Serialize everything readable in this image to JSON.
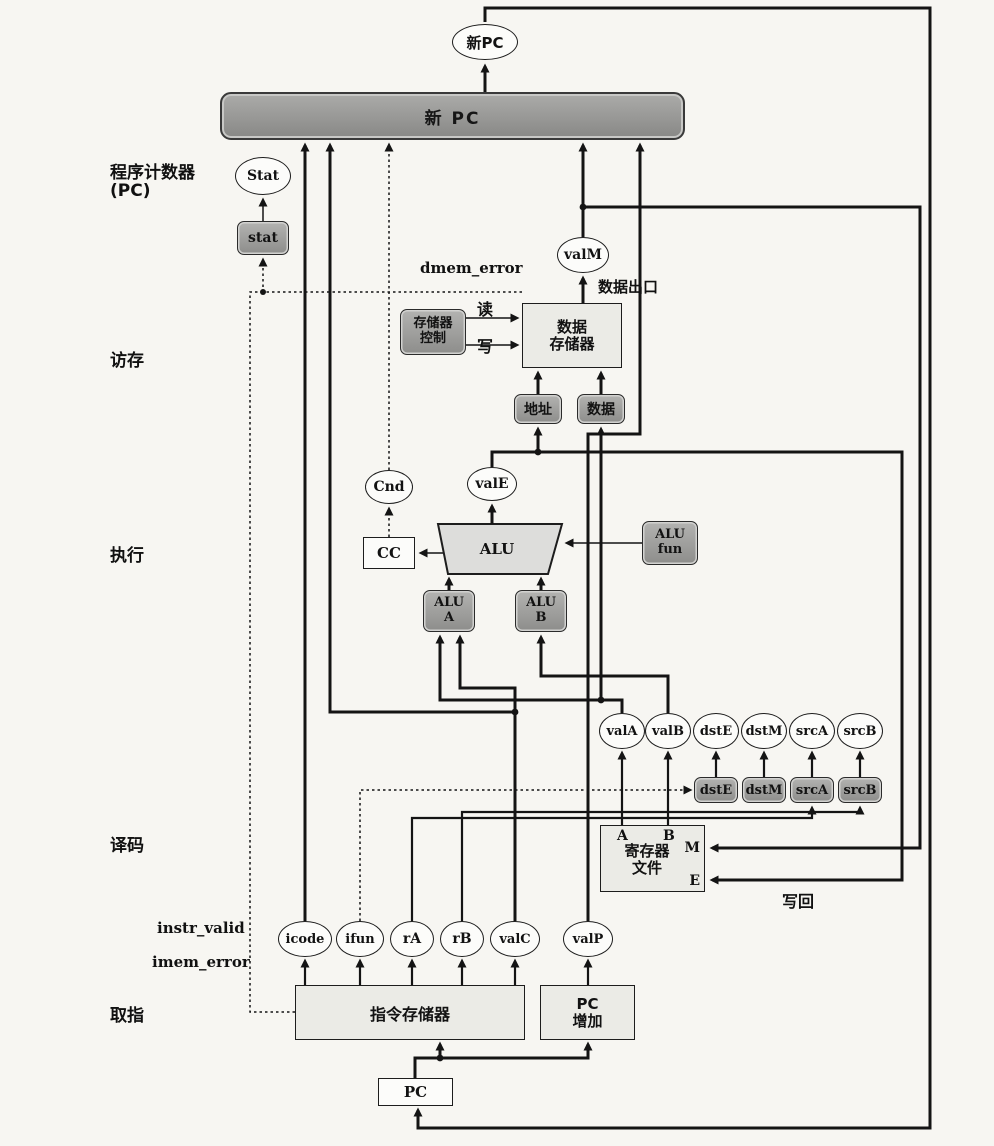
{
  "labels": {
    "new_pc_oval": "新PC",
    "new_pc_box": "新 PC",
    "stage_pc_line1": "程序计数器",
    "stage_pc_line2": "(PC)",
    "stage_mem": "访存",
    "stage_ex": "执行",
    "stage_dec": "译码",
    "stage_fetch": "取指",
    "instr_valid": "instr_valid",
    "imem_error": "imem_error",
    "dmem_error": "dmem_error",
    "read": "读",
    "write": "写",
    "data_out": "数据出口",
    "writeback": "写回"
  },
  "ovals": {
    "stat": "Stat",
    "valM": "valM",
    "cnd": "Cnd",
    "valE": "valE",
    "valA": "valA",
    "valB": "valB",
    "dstE": "dstE",
    "dstM": "dstM",
    "srcA": "srcA",
    "srcB": "srcB",
    "icode": "icode",
    "ifun": "ifun",
    "rA": "rA",
    "rB": "rB",
    "valC": "valC",
    "valP": "valP"
  },
  "units": {
    "stat_reg": "stat",
    "mem_ctrl": {
      "line1": "存储器",
      "line2": "控制"
    },
    "data_mem": {
      "line1": "数据",
      "line2": "存储器"
    },
    "addr": "地址",
    "data": "数据",
    "cc": "CC",
    "alu": "ALU",
    "alu_fun": {
      "line1": "ALU",
      "line2": "fun"
    },
    "alu_a": {
      "line1": "ALU",
      "line2": "A"
    },
    "alu_b": {
      "line1": "ALU",
      "line2": "B"
    },
    "reg_dstE": "dstE",
    "reg_dstM": "dstM",
    "reg_srcA": "srcA",
    "reg_srcB": "srcB",
    "reg_file": {
      "line1": "寄存器",
      "line2": "文件",
      "port_a": "A",
      "port_b": "B",
      "port_m": "M",
      "port_e": "E"
    },
    "instr_mem": "指令存储器",
    "pc_inc": {
      "line1": "PC",
      "line2": "增加"
    },
    "pc": "PC"
  },
  "colors": {
    "unit_gray": "#8d8d8b",
    "unit_light": "#ebebe6",
    "wire": "#141414",
    "paper": "#f7f6f2"
  }
}
